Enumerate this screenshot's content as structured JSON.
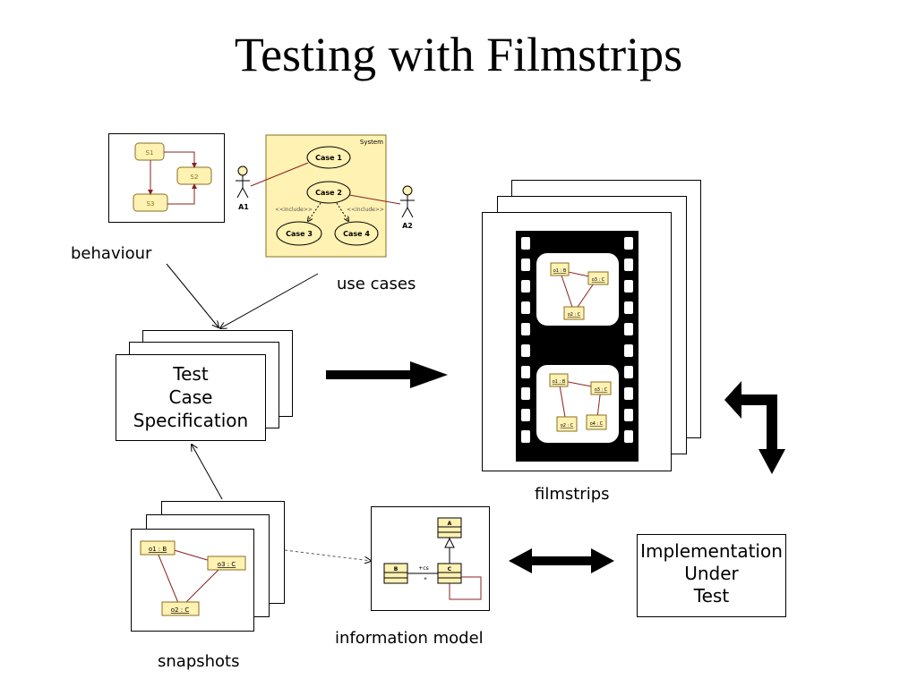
{
  "title": "Testing with Filmstrips",
  "labels": {
    "behaviour": "behaviour",
    "use_cases": "use cases",
    "filmstrips": "filmstrips",
    "information_model": "information model",
    "snapshots": "snapshots"
  },
  "test_case_spec": [
    "Test",
    "Case",
    "Specification"
  ],
  "iut": [
    "Implementation",
    "Under",
    "Test"
  ],
  "state_machine": {
    "states": [
      "S1",
      "S2",
      "S3"
    ]
  },
  "use_case_diagram": {
    "system": "System",
    "cases": [
      "Case 1",
      "Case 2",
      "Case 3",
      "Case 4"
    ],
    "actors": [
      "A1",
      "A2"
    ],
    "include": "<<include>>"
  },
  "snapshot_objects": [
    "o1 : B",
    "o3 : C",
    "o2 : C"
  ],
  "filmstrip_frames": {
    "top": [
      "o1 : B",
      "o3 : C",
      "o2 : C"
    ],
    "bottom": [
      "o1 : B",
      "o3 : C",
      "o2 : C",
      "o4 : C"
    ]
  },
  "class_model": {
    "classes": [
      "A",
      "B",
      "C"
    ],
    "role": "+cs",
    "multiplicity": "*"
  },
  "colors": {
    "note_fill": "#fff2b3",
    "note_border": "#8b6d1e",
    "link": "#8b2020",
    "film": "#000000"
  }
}
